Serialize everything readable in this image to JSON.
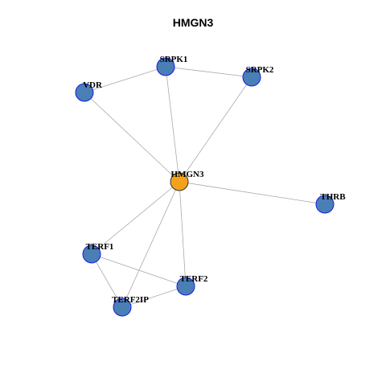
{
  "graph": {
    "title": "HMGN3",
    "colors": {
      "center_node": "#F4A21C",
      "node_fill": "#4A7FB5",
      "node_stroke": "#1A1AE6",
      "center_stroke": "#333333",
      "edge": "#AAAAAA"
    },
    "nodes": [
      {
        "id": "HMGN3",
        "label": "HMGN3",
        "center": true
      },
      {
        "id": "SRPK1",
        "label": "SRPK1"
      },
      {
        "id": "SRPK2",
        "label": "SRPK2"
      },
      {
        "id": "VDR",
        "label": "VDR"
      },
      {
        "id": "THRB",
        "label": "THRB"
      },
      {
        "id": "TERF1",
        "label": "TERF1"
      },
      {
        "id": "TERF2",
        "label": "TERF2"
      },
      {
        "id": "TERF2IP",
        "label": "TERF2IP"
      }
    ],
    "edges": [
      [
        "VDR",
        "SRPK1"
      ],
      [
        "SRPK1",
        "SRPK2"
      ],
      [
        "VDR",
        "HMGN3"
      ],
      [
        "SRPK1",
        "HMGN3"
      ],
      [
        "SRPK2",
        "HMGN3"
      ],
      [
        "HMGN3",
        "THRB"
      ],
      [
        "HMGN3",
        "TERF1"
      ],
      [
        "HMGN3",
        "TERF2"
      ],
      [
        "HMGN3",
        "TERF2IP"
      ],
      [
        "TERF1",
        "TERF2"
      ],
      [
        "TERF1",
        "TERF2IP"
      ],
      [
        "TERF2IP",
        "TERF2"
      ]
    ]
  }
}
